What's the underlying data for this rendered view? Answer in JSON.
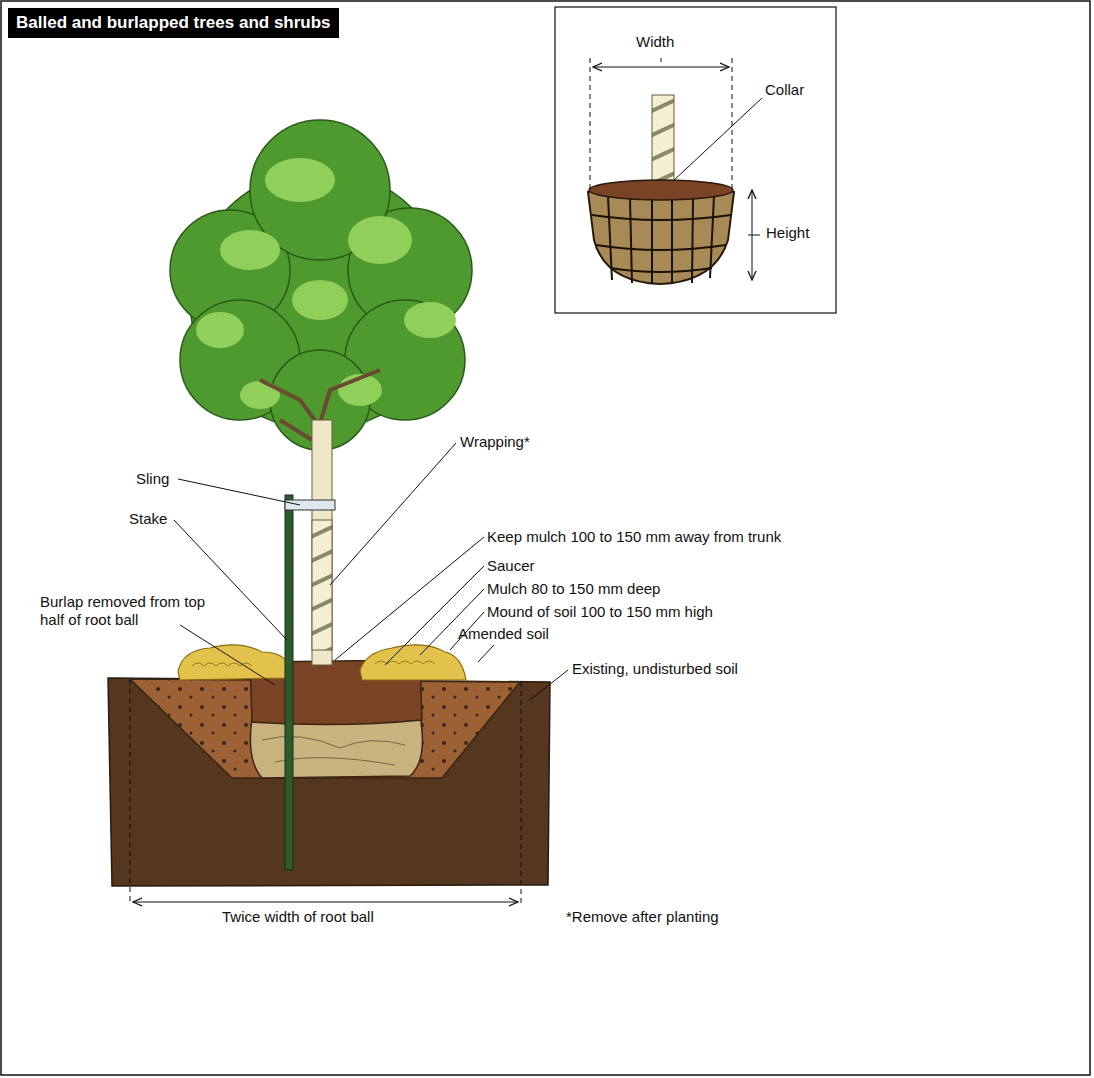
{
  "diagram": {
    "title": "Balled and burlapped trees and shrubs",
    "labels": [
      "Width",
      "Collar",
      "Height",
      "Wrapping*",
      "Sling",
      "Stake",
      "Keep mulch 100 to 150 mm away from trunk",
      "Saucer",
      "Mulch 80 to 150 mm deep",
      "Mound of soil 100 to 150 mm high",
      "Burlap removed from top half of root ball",
      "Amended soil",
      "Existing, undisturbed soil",
      "Twice width of root ball",
      "*Remove after planting"
    ]
  }
}
